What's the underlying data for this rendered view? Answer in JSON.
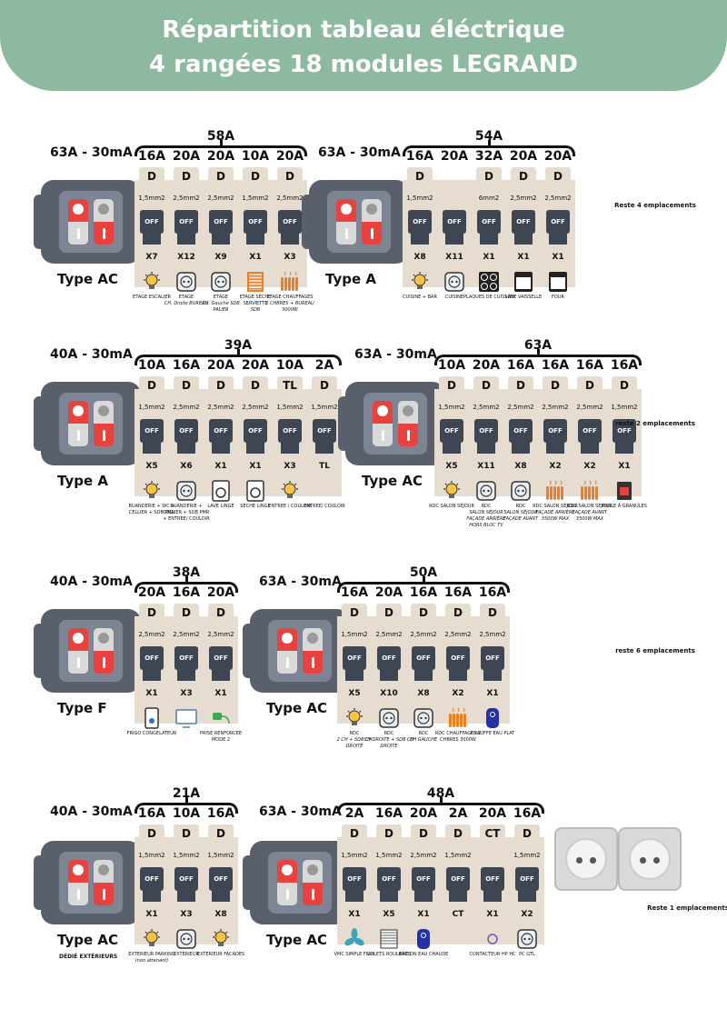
{
  "header": {
    "line1": "Répartition tableau éléctrique",
    "line2": "4 rangées 18 modules LEGRAND"
  },
  "rows": [
    {
      "groups": [
        {
          "diff": "63A - 30mA",
          "type": "Type AC",
          "total": "58A",
          "note": "",
          "breakers": [
            {
              "amp": "16A",
              "curve": "D",
              "section": "1,5mm2",
              "x": "X7",
              "icon": "bulb-icon",
              "desc": "ETAGE ESCALIER",
              "desc_i": ""
            },
            {
              "amp": "20A",
              "curve": "D",
              "section": "2,5mm2",
              "x": "X12",
              "icon": "socket-icon",
              "desc": "ETAGE",
              "desc_i": "CH. Droite BUREAU"
            },
            {
              "amp": "20A",
              "curve": "D",
              "section": "2,5mm2",
              "x": "X9",
              "icon": "socket-icon",
              "desc": "ETAGE",
              "desc_i": "CH. Gauche SDB PALIER"
            },
            {
              "amp": "10A",
              "curve": "D",
              "section": "1,5mm2",
              "x": "X1",
              "icon": "towel-dryer-icon",
              "desc": "ETAGE SÈCHE SERVIETTE",
              "desc_i": "SDB"
            },
            {
              "amp": "20A",
              "curve": "D",
              "section": "2,5mm2",
              "x": "X3",
              "icon": "heater-icon",
              "desc": "ETAGE CHAUFFAGES",
              "desc_i": "2 CHBRES + BUREAU 3000W"
            }
          ]
        },
        {
          "diff": "63A - 30mA",
          "type": "Type A",
          "total": "54A",
          "note": "",
          "breakers": [
            {
              "amp": "16A",
              "curve": "D",
              "section": "1,5mm2",
              "x": "X8",
              "icon": "bulb-icon",
              "desc": "CUISINE + BAR",
              "desc_i": ""
            },
            {
              "amp": "20A",
              "curve": "",
              "section": "",
              "x": "X11",
              "icon": "socket-icon",
              "desc": "CUISINE",
              "desc_i": ""
            },
            {
              "amp": "32A",
              "curve": "D",
              "section": "6mm2",
              "x": "X1",
              "icon": "hob-icon",
              "desc": "PLAQUES DE CUISSON",
              "desc_i": ""
            },
            {
              "amp": "20A",
              "curve": "D",
              "section": "2,5mm2",
              "x": "X1",
              "icon": "dishwasher-icon",
              "desc": "LAVE VAISSELLE",
              "desc_i": ""
            },
            {
              "amp": "20A",
              "curve": "D",
              "section": "2,5mm2",
              "x": "X1",
              "icon": "oven-icon",
              "desc": "FOUR",
              "desc_i": ""
            }
          ]
        }
      ],
      "reste": "Reste 4 emplacements"
    },
    {
      "groups": [
        {
          "diff": "40A - 30mA",
          "type": "Type A",
          "total": "39A",
          "note": "",
          "breakers": [
            {
              "amp": "10A",
              "curve": "D",
              "section": "1,5mm2",
              "x": "X5",
              "icon": "bulb-icon",
              "desc": "BUANDERIE + WC + CELLIER + SDB PMR",
              "desc_i": ""
            },
            {
              "amp": "16A",
              "curve": "D",
              "section": "2,5mm2",
              "x": "X6",
              "icon": "socket-icon",
              "desc": "BUANDERIE + CELLIER + SDB PMR + ENTREE/ COULOIR",
              "desc_i": ""
            },
            {
              "amp": "20A",
              "curve": "D",
              "section": "2,5mm2",
              "x": "X1",
              "icon": "washer-icon",
              "desc": "LAVE LINGE",
              "desc_i": ""
            },
            {
              "amp": "20A",
              "curve": "D",
              "section": "2,5mm2",
              "x": "X1",
              "icon": "dryer-icon",
              "desc": "SÈCHE LINGE",
              "desc_i": ""
            },
            {
              "amp": "10A",
              "curve": "TL",
              "section": "1,5mm2",
              "x": "X3",
              "icon": "bulb-icon",
              "desc": "ENTREE / COULOIR",
              "desc_i": ""
            },
            {
              "amp": "2A",
              "curve": "D",
              "section": "1,5mm2",
              "x": "TL",
              "icon": "",
              "desc": "ENTREE/ COULOIR",
              "desc_i": ""
            }
          ]
        },
        {
          "diff": "63A - 30mA",
          "type": "Type AC",
          "total": "63A",
          "note": "",
          "breakers": [
            {
              "amp": "10A",
              "curve": "D",
              "section": "1,5mm2",
              "x": "X5",
              "icon": "bulb-icon",
              "desc": "RDC SALON SÉJOUR",
              "desc_i": ""
            },
            {
              "amp": "20A",
              "curve": "D",
              "section": "2,5mm2",
              "x": "X11",
              "icon": "socket-icon",
              "desc": "RDC",
              "desc_i": "SALON SÉJOUR FAÇADE ARRIÈRE HORS BLOC TV"
            },
            {
              "amp": "16A",
              "curve": "D",
              "section": "2,5mm2",
              "x": "X8",
              "icon": "socket-icon",
              "desc": "RDC",
              "desc_i": "SALON SÉJOUR FAÇADE AVANT"
            },
            {
              "amp": "16A",
              "curve": "D",
              "section": "2,5mm2",
              "x": "X2",
              "icon": "heater-icon",
              "desc": "RDC SALON SÉJOUR",
              "desc_i": "FAÇADE ARRIÈRE 3500W MAX"
            },
            {
              "amp": "16A",
              "curve": "D",
              "section": "2,5mm2",
              "x": "X2",
              "icon": "heater-icon",
              "desc": "RDC SALON SÉJOUR",
              "desc_i": "FAÇADE AVANT 3500W MAX"
            },
            {
              "amp": "16A",
              "curve": "D",
              "section": "1,5mm2",
              "x": "X1",
              "icon": "stove-icon",
              "desc": "POELE À GRANULES",
              "desc_i": ""
            }
          ]
        }
      ],
      "reste": "reste 2 emplacements"
    },
    {
      "groups": [
        {
          "diff": "40A - 30mA",
          "type": "Type F",
          "total": "38A",
          "note": "",
          "breakers": [
            {
              "amp": "20A",
              "curve": "D",
              "section": "2,5mm2",
              "x": "X1",
              "icon": "fridge-icon",
              "desc": "FRIGO CONGELATEUR",
              "desc_i": ""
            },
            {
              "amp": "16A",
              "curve": "D",
              "section": "2,5mm2",
              "x": "X3",
              "icon": "tv-icon",
              "desc": "",
              "desc_i": ""
            },
            {
              "amp": "20A",
              "curve": "D",
              "section": "2,5mm2",
              "x": "X1",
              "icon": "ev-plug-icon",
              "desc": "PRISE RENFORCEE MODE 2",
              "desc_i": ""
            }
          ]
        },
        {
          "diff": "63A - 30mA",
          "type": "Type AC",
          "total": "50A",
          "note": "",
          "breakers": [
            {
              "amp": "16A",
              "curve": "D",
              "section": "1,5mm2",
              "x": "X5",
              "icon": "bulb-icon",
              "desc": "RDC",
              "desc_i": "2 CH + SDB CH DROITE"
            },
            {
              "amp": "20A",
              "curve": "D",
              "section": "2,5mm2",
              "x": "X10",
              "icon": "socket-icon",
              "desc": "RDC",
              "desc_i": "CH DROITE + SDB CH DROITE"
            },
            {
              "amp": "16A",
              "curve": "D",
              "section": "2,5mm2",
              "x": "X8",
              "icon": "socket-icon",
              "desc": "RDC",
              "desc_i": "CH GAUCHE"
            },
            {
              "amp": "16A",
              "curve": "D",
              "section": "2,5mm2",
              "x": "X2",
              "icon": "heater-icon",
              "desc": "RDC CHAUFFAGES 2 CHBRES 3000W",
              "desc_i": ""
            },
            {
              "amp": "16A",
              "curve": "D",
              "section": "2,5mm2",
              "x": "X1",
              "icon": "boiler-icon",
              "desc": "CHAUFFE EAU PLAT",
              "desc_i": ""
            }
          ]
        }
      ],
      "reste": "reste 6 emplacements"
    },
    {
      "groups": [
        {
          "diff": "40A - 30mA",
          "type": "Type AC",
          "total": "21A",
          "note": "DÉDIÉ EXTÉRIEURS",
          "breakers": [
            {
              "amp": "16A",
              "curve": "D",
              "section": "1,5mm2",
              "x": "X1",
              "icon": "bulb-icon",
              "desc": "EXTERIEUR PARKING",
              "desc_i": "(non attenant)"
            },
            {
              "amp": "10A",
              "curve": "D",
              "section": "1,5mm2",
              "x": "X3",
              "icon": "socket-icon",
              "desc": "EXTERIEUR",
              "desc_i": ""
            },
            {
              "amp": "16A",
              "curve": "D",
              "section": "1,5mm2",
              "x": "X8",
              "icon": "bulb-icon",
              "desc": "EXTERIEUR FACADES",
              "desc_i": ""
            }
          ]
        },
        {
          "diff": "63A - 30mA",
          "type": "Type AC",
          "total": "48A",
          "note": "",
          "breakers": [
            {
              "amp": "2A",
              "curve": "D",
              "section": "1,5mm2",
              "x": "X1",
              "icon": "fan-icon",
              "desc": "VMC SIMPLE FLUX",
              "desc_i": ""
            },
            {
              "amp": "16A",
              "curve": "D",
              "section": "1,5mm2",
              "x": "X5",
              "icon": "shutter-icon",
              "desc": "VOLETS ROULANTS",
              "desc_i": ""
            },
            {
              "amp": "20A",
              "curve": "D",
              "section": "2,5mm2",
              "x": "X1",
              "icon": "boiler-icon",
              "desc": "BALLON EAU CHAUDE",
              "desc_i": ""
            },
            {
              "amp": "2A",
              "curve": "D",
              "section": "1,5mm2",
              "x": "CT",
              "icon": "",
              "desc": "",
              "desc_i": ""
            },
            {
              "amp": "20A",
              "curve": "CT",
              "section": "",
              "x": "X1",
              "icon": "day-night-icon",
              "desc": "CONTACTEUR HP HC",
              "desc_i": ""
            },
            {
              "amp": "16A",
              "curve": "D",
              "section": "1,5mm2",
              "x": "X2",
              "icon": "socket-icon",
              "desc": "PC GTL",
              "desc_i": ""
            }
          ]
        }
      ],
      "reste": "Reste 1 emplacements"
    }
  ],
  "colors": {
    "header": "#8cb9a0",
    "device": "#595f6b",
    "module": "#e6dccf",
    "red": "#e8423f",
    "grey": "#d9d9d9"
  }
}
